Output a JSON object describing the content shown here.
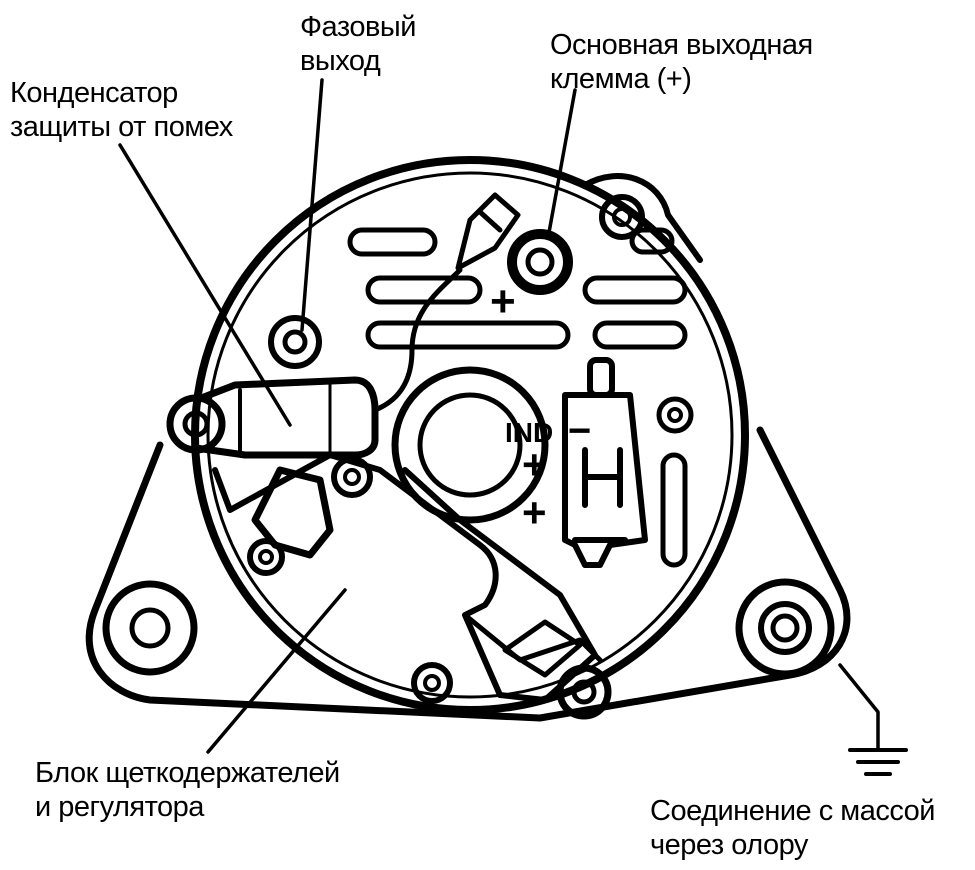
{
  "labels": {
    "phase_output": {
      "line1": "Фазовый",
      "line2": "выход"
    },
    "main_terminal": {
      "line1": "Основная выходная",
      "line2": "клемма (+)"
    },
    "capacitor": {
      "line1": "Конденсатор",
      "line2": "защиты от помех"
    },
    "brush_block": {
      "line1": "Блок щеткодержателей",
      "line2": "и регулятора"
    },
    "ground": {
      "line1": "Соединение с массой",
      "line2": "через олору"
    }
  },
  "marks": {
    "plus_top": "+",
    "ind": "IND",
    "minus": "−",
    "plus_a": "+",
    "plus_b": "+"
  }
}
